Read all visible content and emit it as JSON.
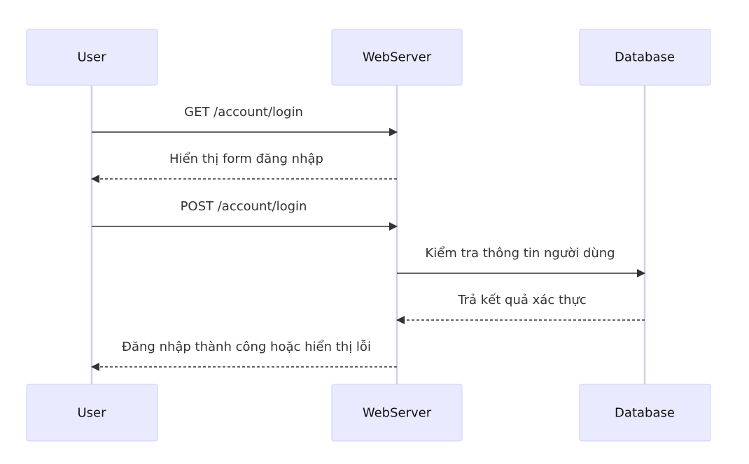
{
  "diagram": {
    "type": "sequence",
    "participants": [
      {
        "id": "user",
        "label": "User"
      },
      {
        "id": "web",
        "label": "WebServer"
      },
      {
        "id": "db",
        "label": "Database"
      }
    ],
    "messages": [
      {
        "from": "user",
        "to": "web",
        "text": "GET /account/login",
        "style": "solid"
      },
      {
        "from": "web",
        "to": "user",
        "text": "Hiển thị form đăng nhập",
        "style": "dashed"
      },
      {
        "from": "user",
        "to": "web",
        "text": "POST /account/login",
        "style": "solid"
      },
      {
        "from": "web",
        "to": "db",
        "text": "Kiểm tra thông tin người dùng",
        "style": "solid"
      },
      {
        "from": "db",
        "to": "web",
        "text": "Trả kết quả xác thực",
        "style": "dashed"
      },
      {
        "from": "web",
        "to": "user",
        "text": "Đăng nhập thành công hoặc hiển thị lỗi",
        "style": "dashed"
      }
    ],
    "colors": {
      "actor_fill": "#eaeaff",
      "actor_stroke": "#ccccff",
      "lifeline": "#cfcfee",
      "message": "#333333"
    }
  }
}
